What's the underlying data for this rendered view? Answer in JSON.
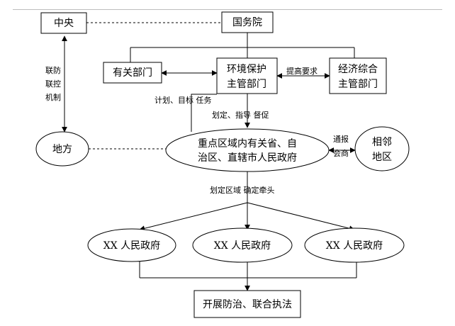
{
  "nodes": {
    "central": "中央",
    "state_council": "国务院",
    "related_depts": "有关部门",
    "env_line1": "环境保护",
    "env_line2": "主管部门",
    "econ_line1": "经济综合",
    "econ_line2": "主管部门",
    "local": "地方",
    "key_line1": "重点区域内有关省、自",
    "key_line2": "治区、直辖市人民政府",
    "neighbor_line1": "相邻",
    "neighbor_line2": "地区",
    "gov_a": "XX 人民政府",
    "gov_b": "XX 人民政府",
    "gov_c": "XX 人民政府",
    "result": "开展防治、联合执法"
  },
  "edges": {
    "joint_v1": "联防",
    "joint_v2": "联控",
    "joint_v3": "机制",
    "plan": "计划、目标 任务",
    "propose": "提高要求",
    "designate": "划定、指导 督促",
    "consult_line1": "通报",
    "consult_line2": "会商",
    "region": "划定区域 确定牵头"
  }
}
